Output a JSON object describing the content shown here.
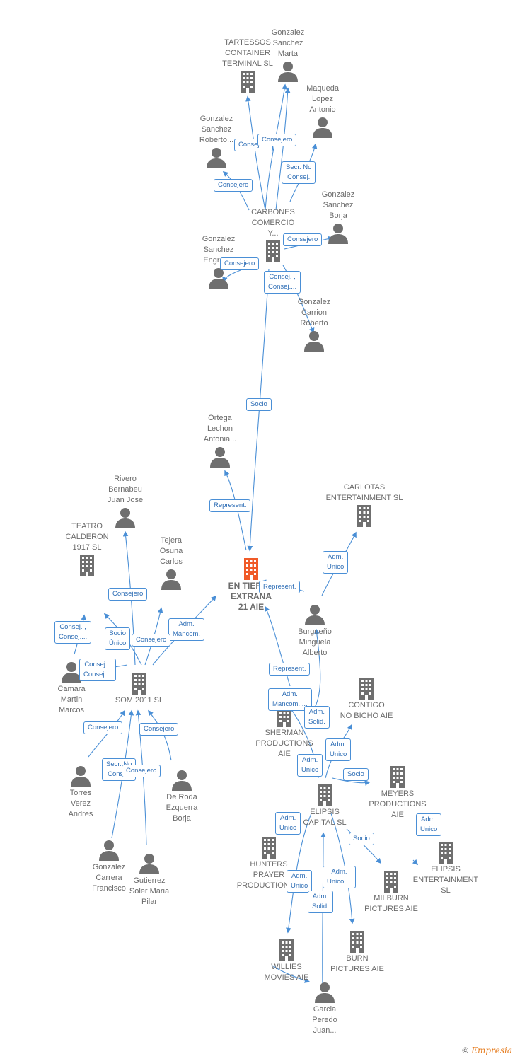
{
  "colors": {
    "company": "#6f6f6f",
    "person": "#6f6f6f",
    "center": "#f05a28",
    "edge": "#4a8fd6",
    "label_text": "#2d6db5",
    "name_text": "#6b6b6b"
  },
  "nodes": [
    {
      "id": "tartessos",
      "kind": "company",
      "icon": "building-icon",
      "name": "TARTESSOS\nCONTAINER\nTERMINAL SL"
    },
    {
      "id": "gs_marta",
      "kind": "person",
      "icon": "person-icon",
      "name": "Gonzalez\nSanchez\nMarta"
    },
    {
      "id": "maqueda",
      "kind": "person",
      "icon": "person-icon",
      "name": "Maqueda\nLopez\nAntonio"
    },
    {
      "id": "gs_roberto",
      "kind": "person",
      "icon": "person-icon",
      "name": "Gonzalez\nSanchez\nRoberto..."
    },
    {
      "id": "gs_borja",
      "kind": "person",
      "icon": "person-icon",
      "name": "Gonzalez\nSanchez\nBorja"
    },
    {
      "id": "carbones",
      "kind": "company",
      "icon": "building-icon",
      "name": "CARBONES\nCOMERCIO\nY..."
    },
    {
      "id": "gs_engracia",
      "kind": "person",
      "icon": "person-icon",
      "name": "Gonzalez\nSanchez\nEngracia"
    },
    {
      "id": "gc_roberto",
      "kind": "person",
      "icon": "person-icon",
      "name": "Gonzalez\nCarrion\nRoberto"
    },
    {
      "id": "ortega",
      "kind": "person",
      "icon": "person-icon",
      "name": "Ortega\nLechon\nAntonia..."
    },
    {
      "id": "rivero",
      "kind": "person",
      "icon": "person-icon",
      "name": "Rivero\nBernabeu\nJuan Jose"
    },
    {
      "id": "carlotas",
      "kind": "company",
      "icon": "building-icon",
      "name": "CARLOTAS\nENTERTAINMENT SL"
    },
    {
      "id": "center",
      "kind": "center",
      "icon": "building-icon",
      "name": "EN TIERRA\nEXTRAÑA\n21 AIE"
    },
    {
      "id": "teatro",
      "kind": "company",
      "icon": "building-icon",
      "name": "TEATRO\nCALDERON\n1917  SL"
    },
    {
      "id": "tejera",
      "kind": "person",
      "icon": "person-icon",
      "name": "Tejera\nOsuna\nCarlos"
    },
    {
      "id": "burgueno",
      "kind": "person",
      "icon": "person-icon",
      "name": "Burgueño\nMinguela\nAlberto"
    },
    {
      "id": "camara",
      "kind": "person",
      "icon": "person-icon",
      "name": "Camara\nMartin\nMarcos"
    },
    {
      "id": "som",
      "kind": "company",
      "icon": "building-icon",
      "name": "SOM 2011 SL"
    },
    {
      "id": "contigo",
      "kind": "company",
      "icon": "building-icon",
      "name": "CONTIGO\nNO BICHO  AIE"
    },
    {
      "id": "sherman",
      "kind": "company",
      "icon": "building-icon",
      "name": "SHERMAN\nPRODUCTIONS\nAIE"
    },
    {
      "id": "torres",
      "kind": "person",
      "icon": "person-icon",
      "name": "Torres\nVerez\nAndres"
    },
    {
      "id": "deroda",
      "kind": "person",
      "icon": "person-icon",
      "name": "De Roda\nEzquerra\nBorja"
    },
    {
      "id": "meyers",
      "kind": "company",
      "icon": "building-icon",
      "name": "MEYERS\nPRODUCTIONS\nAIE"
    },
    {
      "id": "elipsis_capital",
      "kind": "company",
      "icon": "building-icon",
      "name": "ELIPSIS\nCAPITAL  SL"
    },
    {
      "id": "hunters",
      "kind": "company",
      "icon": "building-icon",
      "name": "HUNTERS\nPRAYER\nPRODUCTIONS..."
    },
    {
      "id": "elipsis_ent",
      "kind": "company",
      "icon": "building-icon",
      "name": "ELIPSIS\nENTERTAINMENT\nSL"
    },
    {
      "id": "milburn",
      "kind": "company",
      "icon": "building-icon",
      "name": "MILBURN\nPICTURES  AIE"
    },
    {
      "id": "gc_francisco",
      "kind": "person",
      "icon": "person-icon",
      "name": "Gonzalez\nCarrera\nFrancisco"
    },
    {
      "id": "gutierrez",
      "kind": "person",
      "icon": "person-icon",
      "name": "Gutierrez\nSoler Maria\nPilar"
    },
    {
      "id": "willies",
      "kind": "company",
      "icon": "building-icon",
      "name": "WILLIES\nMOVIES  AIE"
    },
    {
      "id": "burn",
      "kind": "company",
      "icon": "building-icon",
      "name": "BURN\nPICTURES  AIE"
    },
    {
      "id": "garcia",
      "kind": "person",
      "icon": "person-icon",
      "name": "Garcia\nPeredo\nJuan..."
    }
  ],
  "edge_labels": [
    {
      "id": "l1",
      "text": "Consejero"
    },
    {
      "id": "l2",
      "text": "Consejero"
    },
    {
      "id": "l3",
      "text": "Secr.  No\nConsej."
    },
    {
      "id": "l4",
      "text": "Consejero"
    },
    {
      "id": "l5",
      "text": "Consejero"
    },
    {
      "id": "l6",
      "text": "Consejero"
    },
    {
      "id": "l7",
      "text": "Consej. ,\nConsej...."
    },
    {
      "id": "l8",
      "text": "Socio"
    },
    {
      "id": "l9",
      "text": "Represent."
    },
    {
      "id": "l10",
      "text": "Adm.\nUnico"
    },
    {
      "id": "l11",
      "text": "Represent."
    },
    {
      "id": "l12",
      "text": "Consejero"
    },
    {
      "id": "l13",
      "text": "Adm.\nMancom."
    },
    {
      "id": "l14",
      "text": "Consej. ,\nConsej...."
    },
    {
      "id": "l15",
      "text": "Socio\nÚnico"
    },
    {
      "id": "l16",
      "text": "Consejero"
    },
    {
      "id": "l17",
      "text": "Consej. ,\nConsej...."
    },
    {
      "id": "l18",
      "text": "Represent."
    },
    {
      "id": "l19",
      "text": "Adm.\nMancom.,..."
    },
    {
      "id": "l20",
      "text": "Adm.\nSolid."
    },
    {
      "id": "l21",
      "text": "Consejero"
    },
    {
      "id": "l22",
      "text": "Consejero"
    },
    {
      "id": "l23",
      "text": "Adm.\nUnico"
    },
    {
      "id": "l24",
      "text": "Adm.\nUnico"
    },
    {
      "id": "l25",
      "text": "Secr.  No\nConsej."
    },
    {
      "id": "l26",
      "text": "Consejero"
    },
    {
      "id": "l27",
      "text": "Socio"
    },
    {
      "id": "l28",
      "text": "Adm.\nUnico"
    },
    {
      "id": "l29",
      "text": "Adm.\nUnico"
    },
    {
      "id": "l30",
      "text": "Socio"
    },
    {
      "id": "l31",
      "text": "Adm.\nUnico,..."
    },
    {
      "id": "l32",
      "text": "Adm.\nUnico"
    },
    {
      "id": "l33",
      "text": "Adm.\nSolid."
    }
  ],
  "footer": {
    "copyright": "©",
    "brand": "Empresia"
  }
}
